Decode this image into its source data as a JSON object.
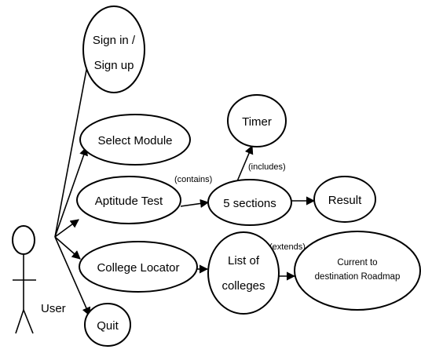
{
  "diagram": {
    "actor": {
      "label": "User"
    },
    "use_cases": {
      "signin": {
        "line1": "Sign in /",
        "line2": "Sign up"
      },
      "select_module": {
        "label": "Select Module"
      },
      "aptitude": {
        "label": "Aptitude Test"
      },
      "college_locator": {
        "label": "College Locator"
      },
      "quit": {
        "label": "Quit"
      },
      "timer": {
        "label": "Timer"
      },
      "sections": {
        "label": "5 sections"
      },
      "result": {
        "label": "Result"
      },
      "list_colleges": {
        "line1": "List of",
        "line2": "colleges"
      },
      "roadmap": {
        "line1": "Current to",
        "line2": "destination Roadmap"
      }
    },
    "relations": {
      "contains": "(contains)",
      "includes": "(includes)",
      "extends": "(extends)"
    }
  }
}
